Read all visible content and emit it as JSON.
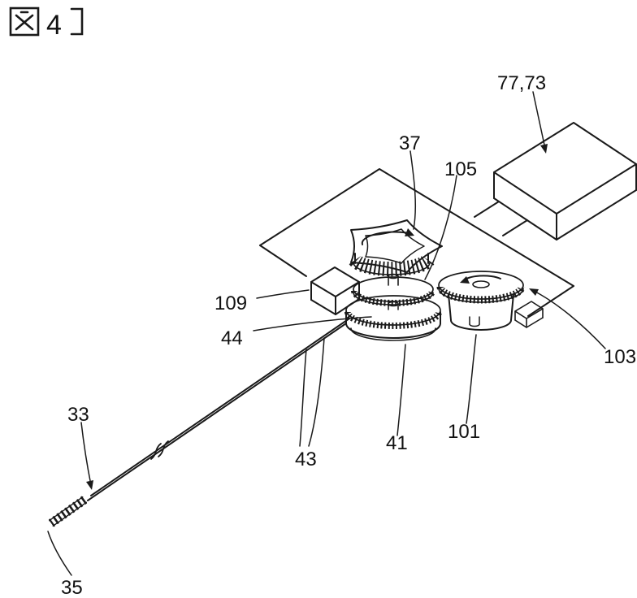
{
  "colors": {
    "ink": "#1a1a1a",
    "background": "#ffffff"
  },
  "figure": {
    "caption": "図 4 】",
    "number": "4"
  },
  "labels": {
    "controller": "77,73",
    "knob": "37",
    "gear_upper": "105",
    "bracket": "109",
    "flange": "44",
    "gear_right": "103",
    "wire": "33",
    "wire_pair": "43",
    "pulley": "41",
    "drum": "101",
    "wire_tip": "35"
  }
}
